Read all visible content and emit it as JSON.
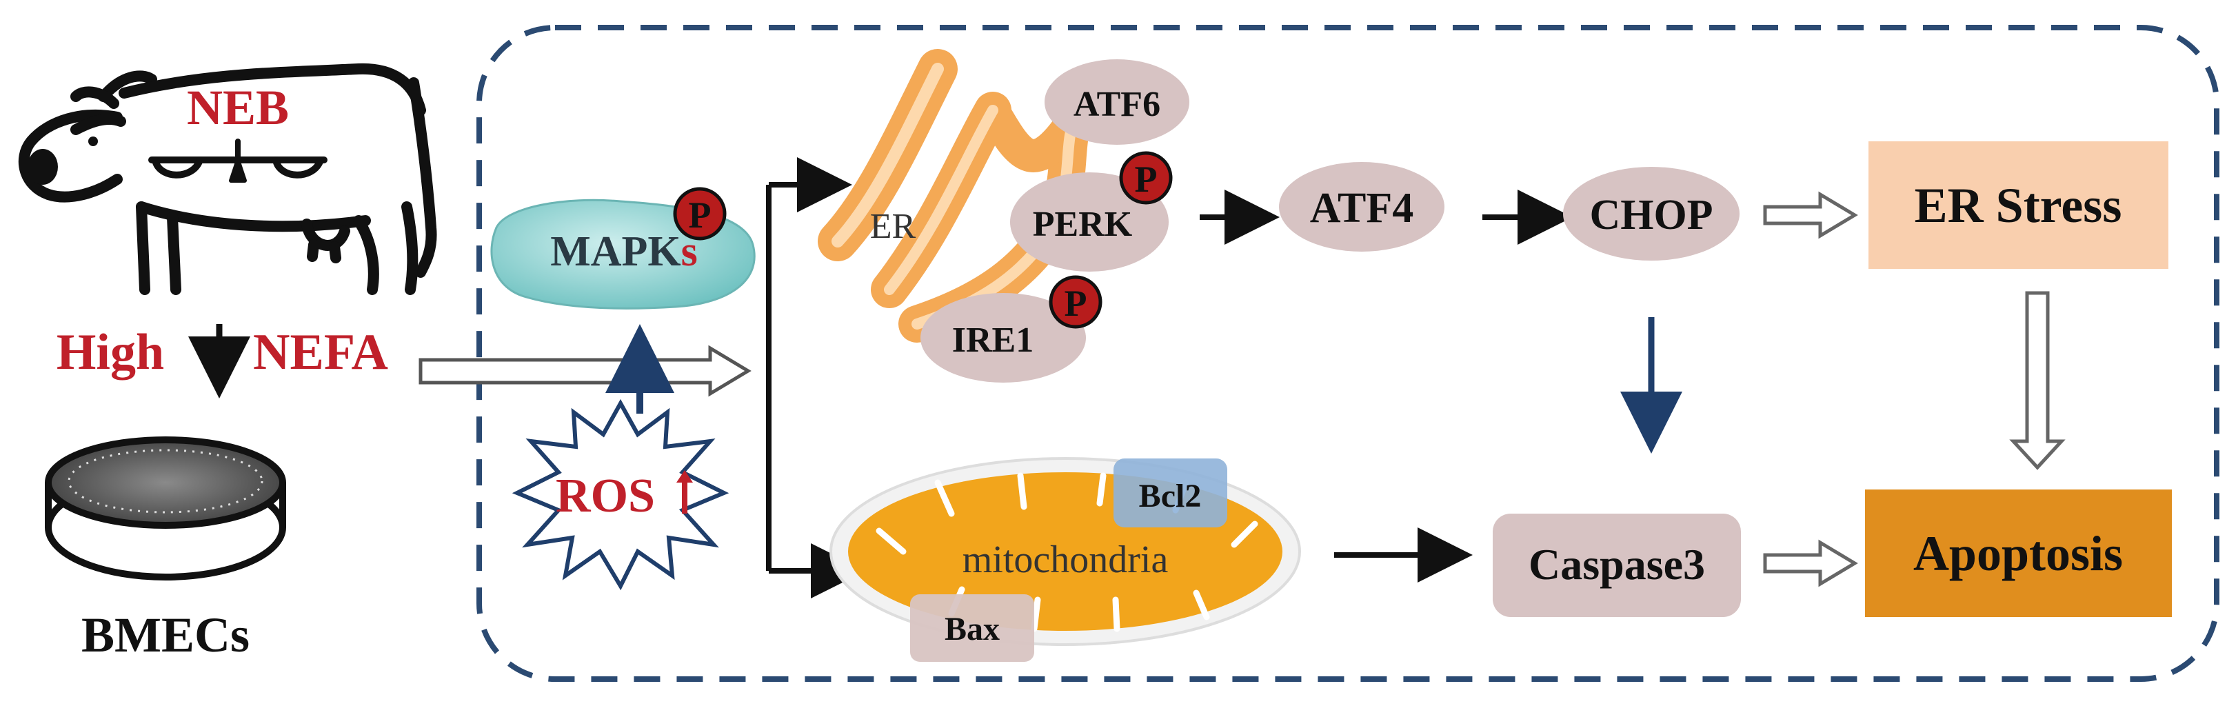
{
  "cow": {
    "label": "NEB"
  },
  "left": {
    "high": "High",
    "nefa": "NEFA",
    "cells": "BMECs"
  },
  "mapks": {
    "prefix": "MAPK",
    "suffix": "s"
  },
  "ros": {
    "label": "ROS"
  },
  "er": {
    "label": "ER",
    "atf6": "ATF6",
    "perk": "PERK",
    "ire1": "IRE1"
  },
  "phospho": "P",
  "mito": {
    "label": "mitochondria",
    "bcl2": "Bcl2",
    "bax": "Bax"
  },
  "atf4": "ATF4",
  "chop": "CHOP",
  "caspase3": "Caspase3",
  "er_stress": "ER Stress",
  "apoptosis": "Apoptosis",
  "colors": {
    "red_text": "#c0202a",
    "navy": "#1f3e6b",
    "dash_border": "#2b4a72",
    "mauve": "#d7c3c3",
    "peach": "#f9cfae",
    "orange_box": "#e08e1e",
    "mito_orange": "#f2a51c",
    "teal": "#8ed3d2",
    "er_orange": "#f7b86a",
    "phospho_red": "#b71c1c"
  }
}
